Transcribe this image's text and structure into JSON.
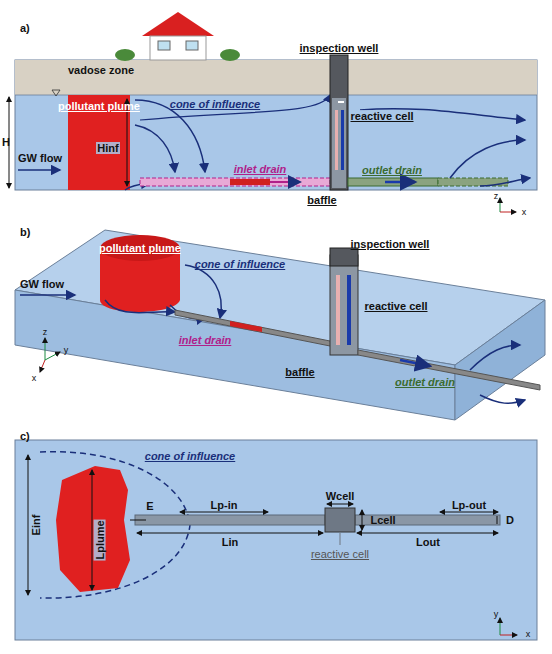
{
  "diagram": {
    "labels": [
      "a)",
      "inspection well",
      "vadose zone",
      "pollutant plume",
      "cone of influence",
      "GW flow",
      "H",
      "Hinf",
      "reactive cell",
      "inlet drain",
      "outlet drain",
      "baffle",
      "z",
      "x",
      "b)",
      "pollutant plume",
      "cone of influence",
      "inspection well",
      "GW flow",
      "reactive cell",
      "inlet drain",
      "baffle",
      "outlet drain",
      "z",
      "y",
      "x",
      "c)",
      "cone of influence",
      "Einf",
      "Lplume",
      "E",
      "Lp-in",
      "Lin",
      "Wcell",
      "Lcell",
      "Lp-out",
      "Lout",
      "D",
      "reactive cell",
      "y",
      "x"
    ]
  }
}
